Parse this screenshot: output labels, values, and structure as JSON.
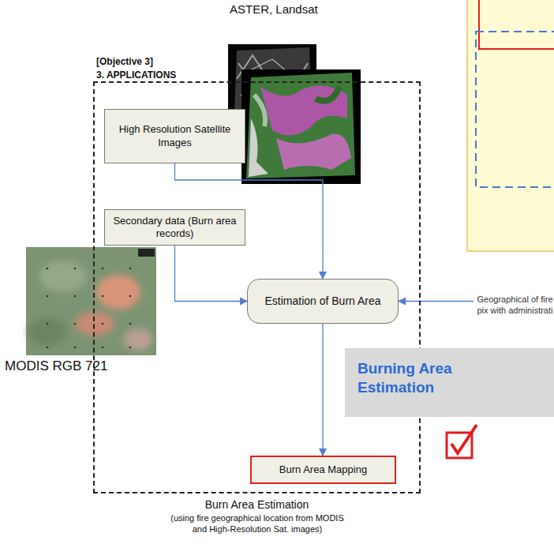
{
  "diagram": {
    "nodes": [
      {
        "text": [
          "[Objective 3]",
          "3. APPLICATIONS",
          "Burn Area Estimation",
          "(using fire geographical location from MODIS and High-Resolution Sat. images)"
        ]
      },
      {
        "text": [
          "High Resolution Satellite Images"
        ],
        "in": 0
      },
      {
        "text": [
          "Secondary data (Burn area records)"
        ],
        "in": 0
      },
      {
        "text": [
          "Estimation of Burn Area"
        ],
        "in": 0
      },
      {
        "text": [
          "Burn Area Mapping"
        ],
        "in": 0
      },
      {
        "text": [
          "Geographical of fire pix with administrati"
        ]
      },
      {
        "text": [
          "Burning Area Estimation"
        ]
      }
    ],
    "edges": [
      {
        "from": 1,
        "to": 3,
        "arrow": "to"
      },
      {
        "from": 2,
        "to": 3,
        "arrow": "to"
      },
      {
        "from": 5,
        "to": 3,
        "arrow": "to"
      },
      {
        "from": 3,
        "to": 4,
        "arrow": "to"
      }
    ],
    "labels": [
      "ASTER, Landsat",
      "MODIS RGB 721"
    ]
  }
}
